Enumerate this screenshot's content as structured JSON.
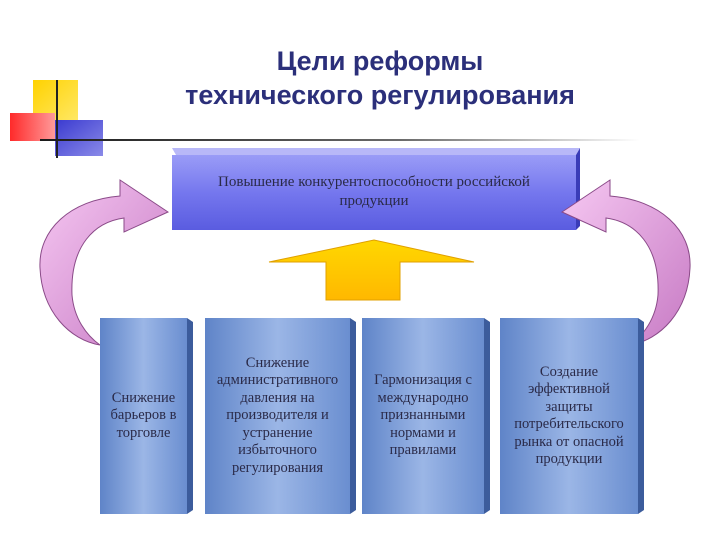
{
  "title": {
    "line1": "Цели реформы",
    "line2": "технического регулирования"
  },
  "goal": {
    "text": "Повышение конкурентоспособности российской продукции"
  },
  "boxes": [
    {
      "text": "Снижение барьеров в торговле"
    },
    {
      "text": "Снижение административного давления на производителя и устранение избыточного регулирования"
    },
    {
      "text": "Гармонизация с международно признанными нормами и правилами"
    },
    {
      "text": "Создание эффективной защиты потребительского рынка от опасной продукции"
    }
  ],
  "colors": {
    "title": "#2b2f7a",
    "goal_box": "#7a7cf0",
    "sub_box": "#6d92d2",
    "up_arrow": "#ffcc00",
    "curved_arrow": "#e8a6e4"
  }
}
